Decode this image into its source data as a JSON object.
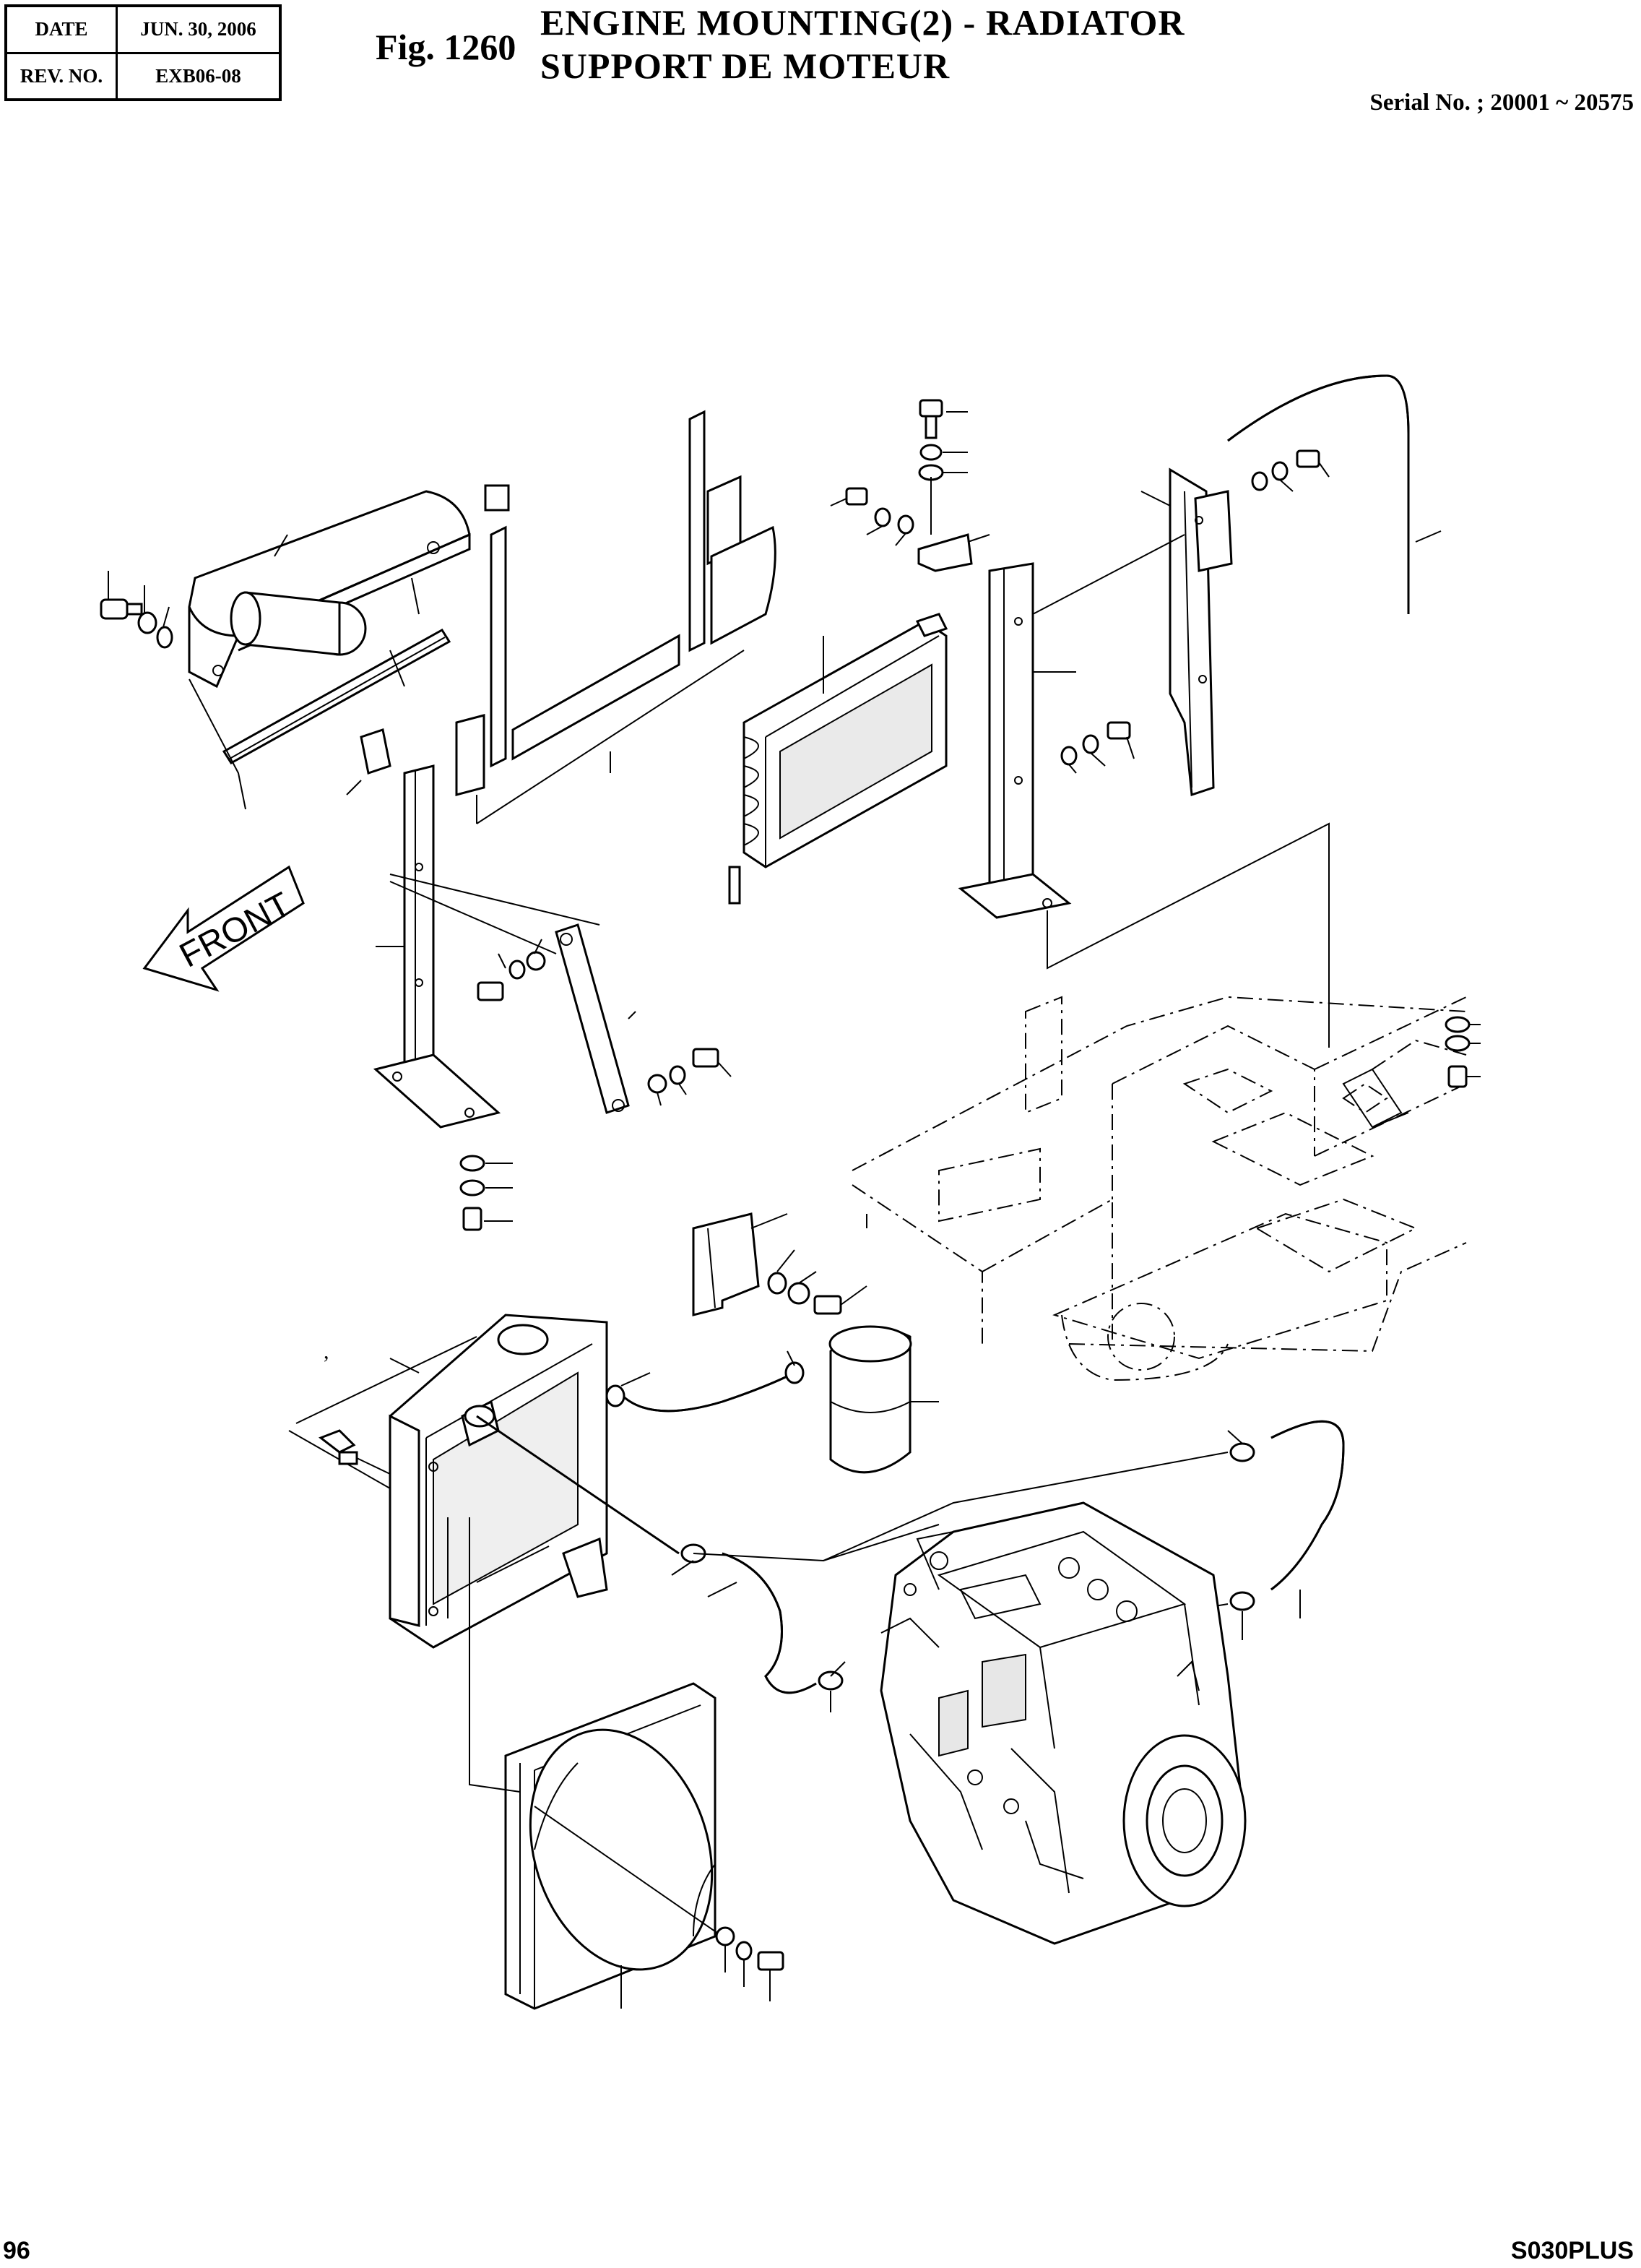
{
  "header": {
    "date_label": "DATE",
    "date_value": "JUN. 30, 2006",
    "rev_label": "REV. NO.",
    "rev_value": "EXB06-08",
    "figure": "Fig. 1260",
    "title_en": "ENGINE MOUNTING(2) - RADIATOR",
    "title_fr": "SUPPORT DE MOTEUR",
    "serial": "Serial No. ; 20001 ~ 20575"
  },
  "diagram": {
    "direction_label": "FRONT",
    "stray_mark": ","
  },
  "footer": {
    "page_number": "96",
    "model": "S030PLUS"
  }
}
